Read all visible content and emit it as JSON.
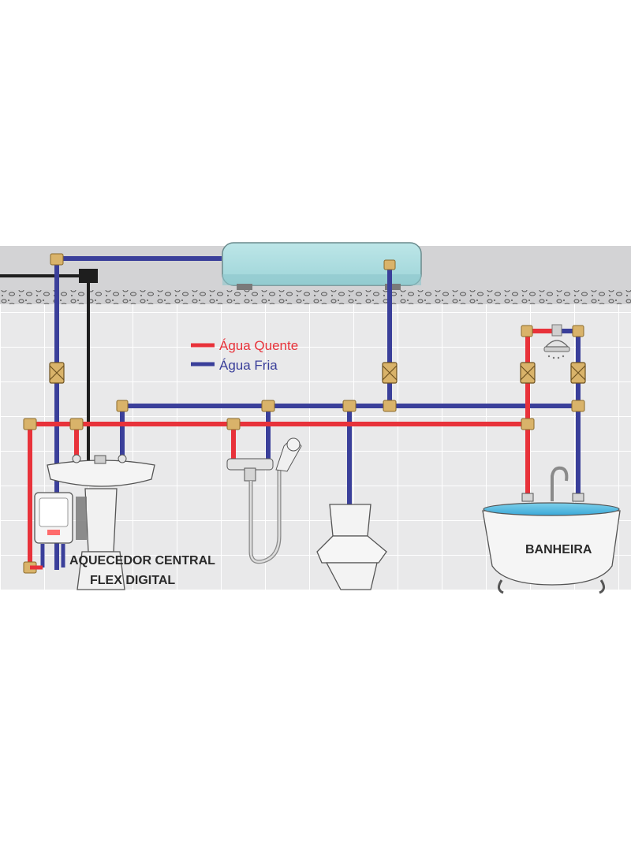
{
  "legend": {
    "hot_label": "Água Quente",
    "cold_label": "Água Fria"
  },
  "labels": {
    "heater_line1": "AQUECEDOR CENTRAL",
    "heater_line2": "FLEX DIGITAL",
    "bathtub": "BANHEIRA"
  },
  "colors": {
    "hot_pipe": "#e8323a",
    "cold_pipe": "#3a3f9a",
    "fitting": "#d9b36a",
    "wall_tile": "#e9e9ea",
    "ceiling": "#cfcfd1",
    "water_tank": "#a9dde0",
    "drain_pipe": "#1e1e1e"
  }
}
